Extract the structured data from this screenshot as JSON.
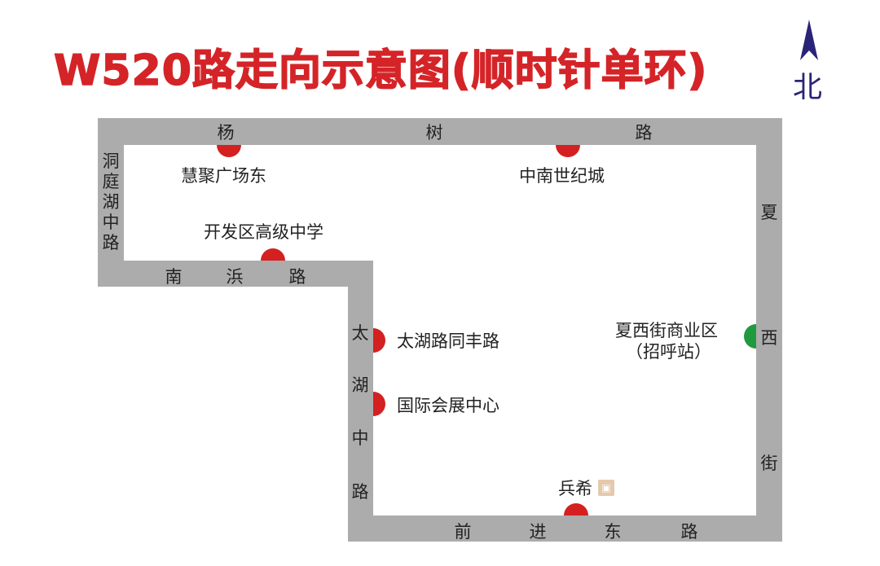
{
  "title": "W520路走向示意图(顺时针单环)",
  "north_label": "北",
  "roads": {
    "top": [
      "杨",
      "树",
      "路"
    ],
    "left": [
      "洞",
      "庭",
      "湖",
      "中",
      "路"
    ],
    "south": [
      "南",
      "浜",
      "路"
    ],
    "taihu": [
      "太",
      "湖",
      "中",
      "路"
    ],
    "bottom": [
      "前",
      "进",
      "东",
      "路"
    ],
    "right": [
      "夏",
      "西",
      "街"
    ]
  },
  "stops": {
    "huiju": "慧聚广场东",
    "zhongnan": "中南世纪城",
    "kaifaqu": "开发区高级中学",
    "taihu_tongfeng": "太湖路同丰路",
    "guoji": "国际会展中心",
    "xiaxi": "夏西街商业区",
    "xiaxi_note": "（招呼站）",
    "bingxi": "兵希"
  },
  "colors": {
    "stop": "#d42020",
    "terminal": "#1f9a3e",
    "road": "#acacac",
    "title": "#d42428"
  }
}
